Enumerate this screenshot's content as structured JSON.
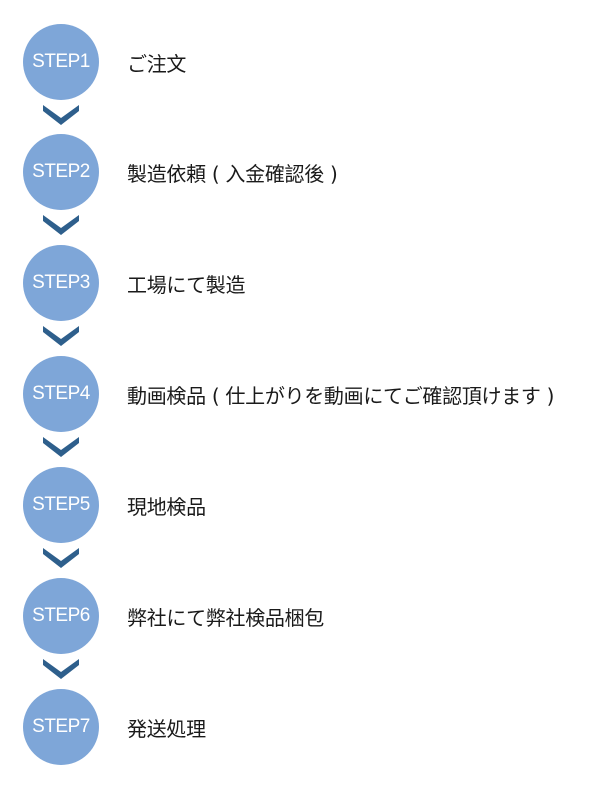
{
  "colors": {
    "badge": "#7ea6d8",
    "arrow": "#2e5f8c",
    "text": "#1a1a1a"
  },
  "steps": [
    {
      "badge": "STEP1",
      "label": "ご注文"
    },
    {
      "badge": "STEP2",
      "label": "製造依頼 ( 入金確認後 )"
    },
    {
      "badge": "STEP3",
      "label": "工場にて製造"
    },
    {
      "badge": "STEP4",
      "label": "動画検品 ( 仕上がりを動画にてご確認頂けます )"
    },
    {
      "badge": "STEP5",
      "label": "現地検品"
    },
    {
      "badge": "STEP6",
      "label": "弊社にて弊社検品梱包"
    },
    {
      "badge": "STEP7",
      "label": "発送処理"
    }
  ],
  "connector_icon": "chevron-down-icon"
}
